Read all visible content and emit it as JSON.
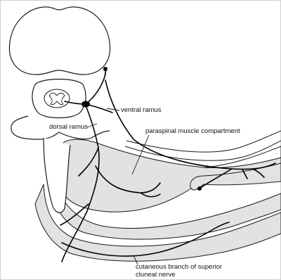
{
  "labels": {
    "ventral_ramus": "ventral ramus",
    "dorsal_ramus": "dorsal ramus",
    "paraspinal_compartment": "paraspinal muscle compartment",
    "cutaneous_line1": "cutaneous branch of superior",
    "cutaneous_line2": "cluneal nerve"
  },
  "colors": {
    "outline": "#1a1a1a",
    "muscle_fill": "#e2e2e2",
    "nerve": "#000000",
    "background": "#ffffff"
  }
}
